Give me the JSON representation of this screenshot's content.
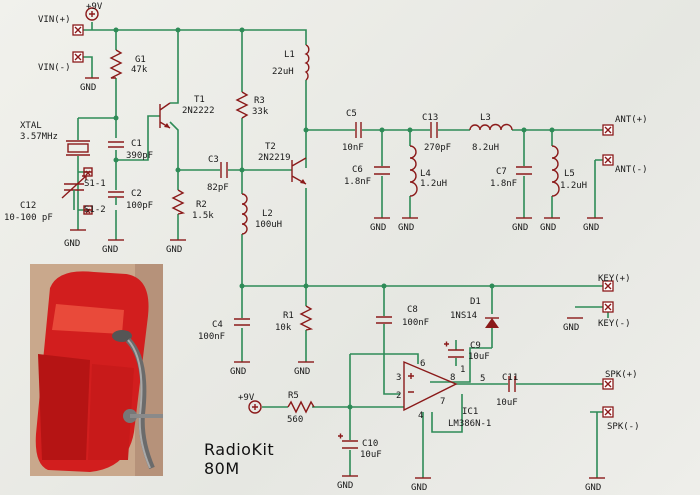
{
  "supply": {
    "vin_pos": "VIN(+)",
    "vin_neg": "VIN(-)",
    "rail": "+9V",
    "rail2": "+9V"
  },
  "gnd": "GND",
  "parts": {
    "R1": {
      "name": "R1",
      "value": "10k"
    },
    "R2": {
      "name": "R2",
      "value": "1.5k"
    },
    "R3": {
      "name": "R3",
      "value": "33k"
    },
    "R5": {
      "name": "R5",
      "value": "560"
    },
    "G1": {
      "name": "G1",
      "value": "47k"
    },
    "T1": {
      "name": "T1",
      "value": "2N2222"
    },
    "T2": {
      "name": "T2",
      "value": "2N2219"
    },
    "C1": {
      "name": "C1",
      "value": "390pF"
    },
    "C2": {
      "name": "C2",
      "value": "100pF"
    },
    "C3": {
      "name": "C3",
      "value": "82pF"
    },
    "C4": {
      "name": "C4",
      "value": "100nF"
    },
    "C5": {
      "name": "C5",
      "value": "10nF"
    },
    "C6": {
      "name": "C6",
      "value": "1.8nF"
    },
    "C7": {
      "name": "C7",
      "value": "1.8nF"
    },
    "C8": {
      "name": "C8",
      "value": "100nF"
    },
    "C9": {
      "name": "C9",
      "value": "10uF"
    },
    "C10": {
      "name": "C10",
      "value": "10uF"
    },
    "C11": {
      "name": "C11",
      "value": "10uF"
    },
    "C12": {
      "name": "C12",
      "value": "10-100 pF"
    },
    "C13": {
      "name": "C13",
      "value": "270pF"
    },
    "L1": {
      "name": "L1",
      "value": "22uH"
    },
    "L2": {
      "name": "L2",
      "value": "100uH"
    },
    "L3": {
      "name": "L3",
      "value": "8.2uH"
    },
    "L4": {
      "name": "L4",
      "value": "1.2uH"
    },
    "L5": {
      "name": "L5",
      "value": "1.2uH"
    },
    "D1": {
      "name": "D1",
      "value": "1NS14"
    },
    "IC1": {
      "name": "IC1",
      "value": "LM386N-1"
    },
    "XTAL": {
      "name": "XTAL",
      "value": "3.57MHz"
    }
  },
  "switches": {
    "s1": "S1-1",
    "s2": "S1-2"
  },
  "terminals": {
    "ant_pos": "ANT(+)",
    "ant_neg": "ANT(-)",
    "key_pos": "KEY(+)",
    "key_neg": "KEY(-)",
    "spk_pos": "SPK(+)",
    "spk_neg": "SPK(-)"
  },
  "ic_pins": {
    "p1": "1",
    "p2": "2",
    "p3": "3",
    "p4": "4",
    "p5": "5",
    "p6": "6",
    "p7": "7",
    "p8": "8"
  },
  "caption": {
    "line1": "RadioKit",
    "line2": "80M"
  },
  "colors": {
    "wire": "#2e8b57",
    "part": "#8b1a1a",
    "paper": "#ecece6"
  }
}
